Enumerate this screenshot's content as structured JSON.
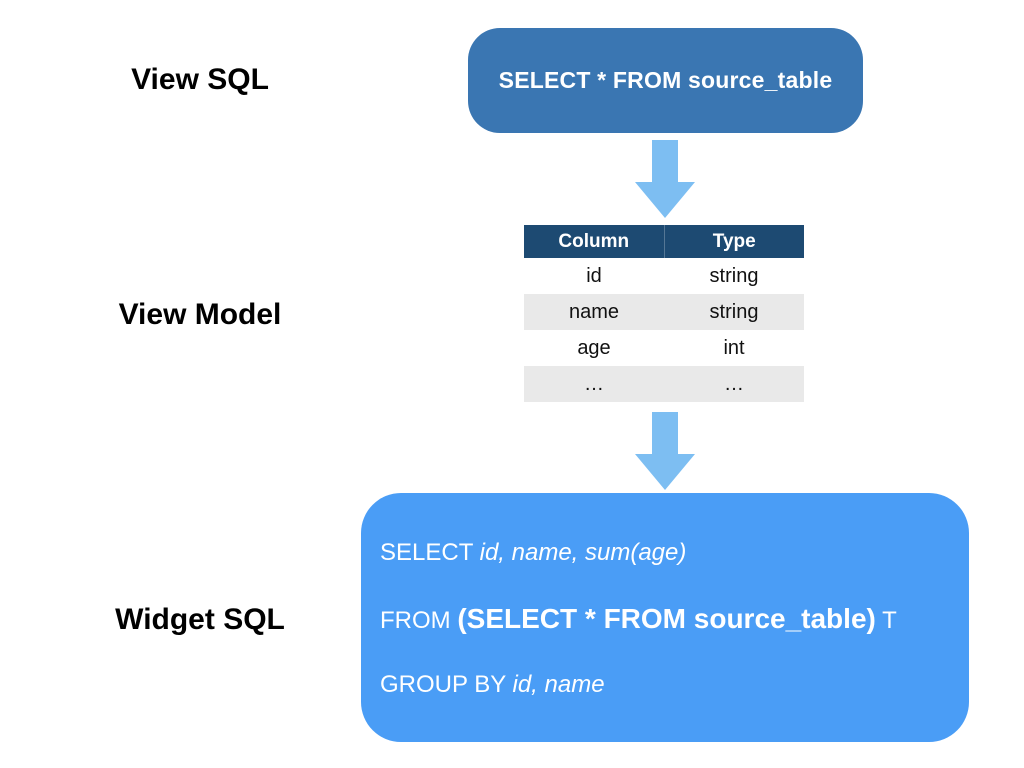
{
  "view_sql": {
    "label": "View SQL",
    "box_text": "SELECT * FROM source_table"
  },
  "view_model": {
    "label": "View Model",
    "table": {
      "headers": [
        "Column",
        "Type"
      ],
      "rows": [
        [
          "id",
          "string"
        ],
        [
          "name",
          "string"
        ],
        [
          "age",
          "int"
        ],
        [
          "…",
          "…"
        ]
      ]
    }
  },
  "widget_sql": {
    "label": "Widget SQL",
    "lines": [
      {
        "prefix": "SELECT ",
        "italic": "id, name, sum(age)"
      },
      {
        "prefix": "FROM ",
        "bold": "(SELECT * FROM source_table)",
        "suffix": " T"
      },
      {
        "prefix": "GROUP BY ",
        "italic": "id, name"
      }
    ]
  },
  "colors": {
    "view_sql_box": "#3A76B2",
    "table_header_bg": "#1D4A72",
    "table_stripe_bg": "#E9E9E9",
    "widget_sql_box": "#4A9DF6",
    "arrow": "#7DBEF2",
    "label_text": "#000000",
    "box_text": "#FFFFFF"
  }
}
